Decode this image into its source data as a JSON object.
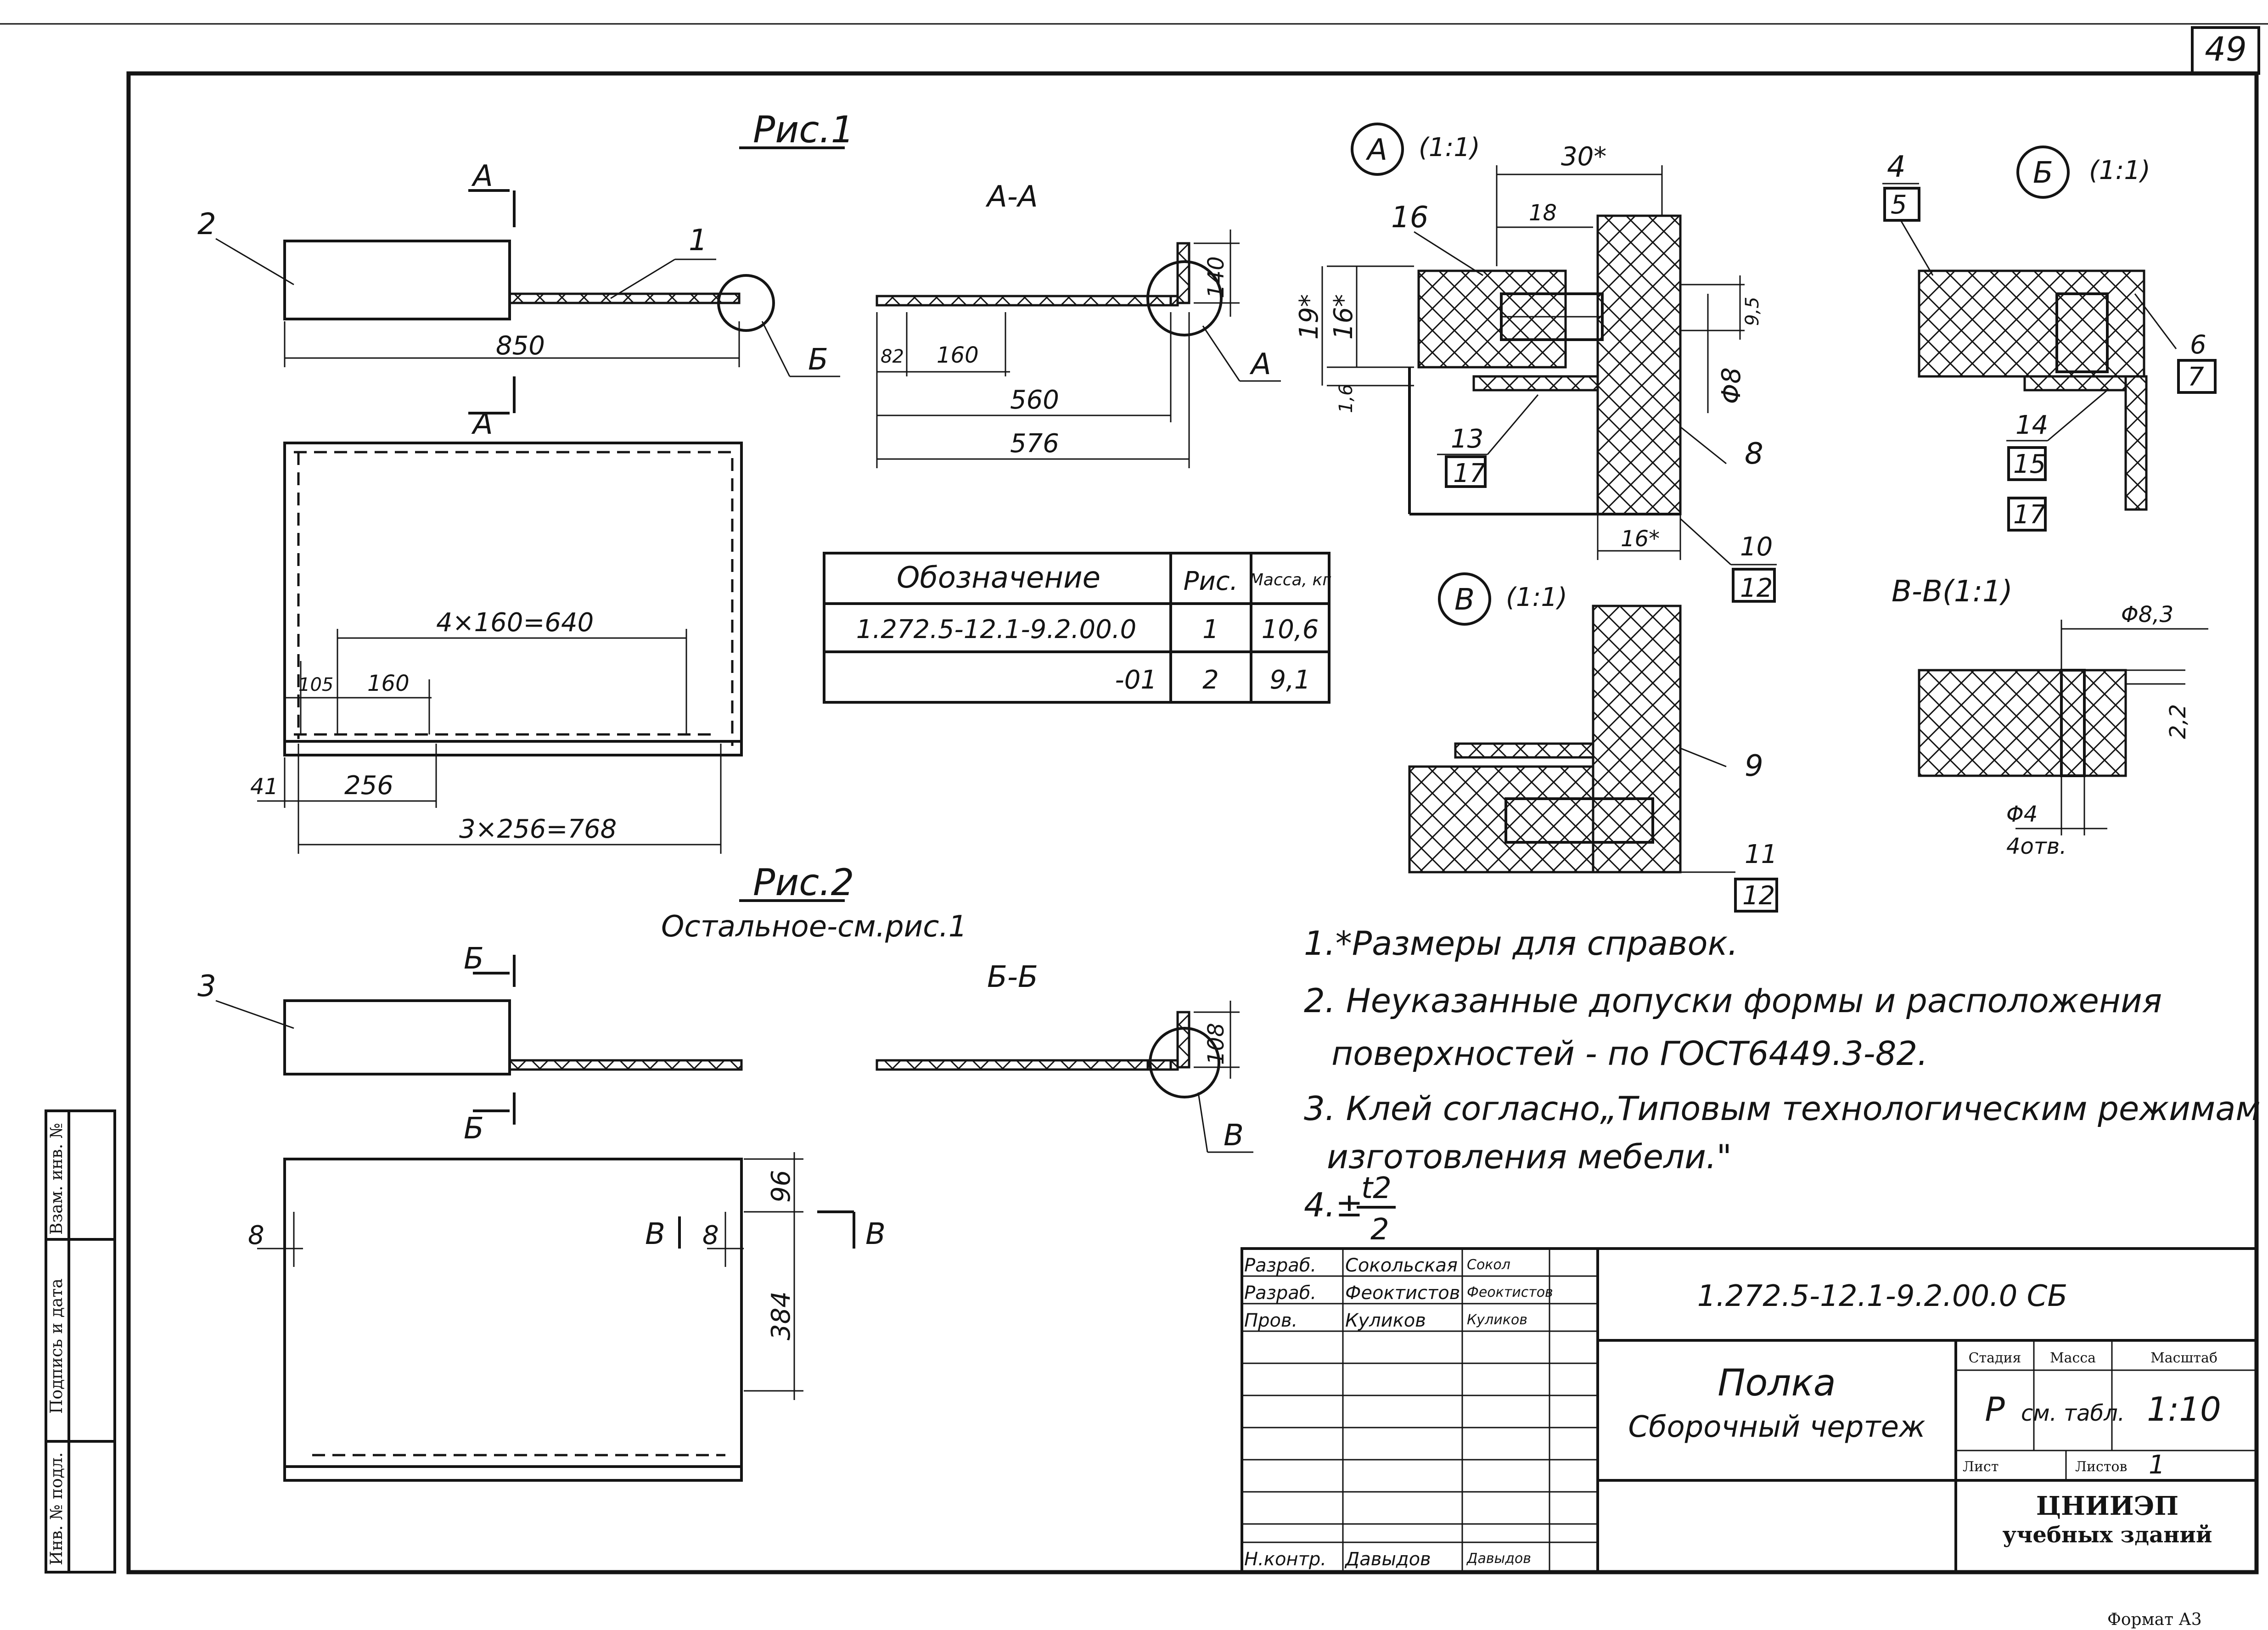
{
  "sheet": {
    "page_number": "49",
    "format_label": "Формат А3"
  },
  "figures": {
    "fig1_title": "Рис.1",
    "fig2_title": "Рис.2",
    "fig2_note": "Остальное-см.рис.1",
    "section_aa": "А-А",
    "section_bb": "Б-Б",
    "section_vv": "В-В(1:1)",
    "detail_a": "А",
    "detail_b": "Б",
    "detail_v": "В",
    "scale_1_1": "(1:1)",
    "cut_a": "А",
    "cut_b": "Б",
    "cut_v": "В",
    "detail_b_scale": "(1:1)"
  },
  "dimensions": {
    "fig1_length": "850",
    "aa_82": "82",
    "aa_160": "160",
    "aa_560": "560",
    "aa_576": "576",
    "aa_140": "140",
    "plan_4x160": "4×160=640",
    "plan_105": "105",
    "plan_160": "160",
    "plan_41": "41",
    "plan_256": "256",
    "plan_3x256": "3×256=768",
    "det_a_30": "30*",
    "det_a_18": "18",
    "det_a_19": "19*",
    "det_a_16": "16*",
    "det_a_1_6": "1,6",
    "det_a_9_5": "9,5",
    "det_a_phi8": "Φ8",
    "det_a_16b": "16*",
    "vv_phi8_3": "Φ8,3",
    "vv_2_2": "2,2",
    "vv_phi4": "Φ4",
    "vv_4otv": "4отв.",
    "bb_108": "108",
    "fig2_96": "96",
    "fig2_384": "384",
    "fig2_8a": "8",
    "fig2_8b": "8"
  },
  "callouts": {
    "c1": "1",
    "c2": "2",
    "c3": "3",
    "c4": "4",
    "c5": "5",
    "c6": "6",
    "c7": "7",
    "c8": "8",
    "c9": "9",
    "c10": "10",
    "c11": "11",
    "c12a": "12",
    "c12b": "12",
    "c13": "13",
    "c14": "14",
    "c15": "15",
    "c16": "16",
    "c17a": "17",
    "c17b": "17"
  },
  "spec_table": {
    "headers": [
      "Обозначение",
      "Рис.",
      "Масса, кг"
    ],
    "rows": [
      [
        "1.272.5-12.1-9.2.00.0",
        "1",
        "10,6"
      ],
      [
        "-01",
        "2",
        "9,1"
      ]
    ]
  },
  "notes": [
    "1.*Размеры для справок.",
    "2. Неуказанные допуски формы и расположения",
    "поверхностей - по ГОСТ6449.3-82.",
    "3. Клей согласно„Типовым технологическим режимам",
    "изготовления мебели.\"",
    "4.±"
  ],
  "note4_fraction": {
    "num": "t2",
    "den": "2"
  },
  "title_block": {
    "doc_code": "1.272.5-12.1-9.2.00.0 СБ",
    "name_line1": "Полка",
    "name_line2": "Сборочный чертеж",
    "roles": [
      "Разраб.",
      "Разраб.",
      "Пров.",
      "Н.контр."
    ],
    "people": [
      "Сокольская",
      "Феоктистов",
      "Куликов",
      "Давыдов"
    ],
    "signatures": [
      "Сокол",
      "Феоктистов",
      "Куликов",
      "Давыдов"
    ],
    "stage_h": "Стадия",
    "mass_h": "Масса",
    "scale_h": "Масштаб",
    "stage": "Р",
    "mass": "см. табл.",
    "scale": "1:10",
    "sheet_h": "Лист",
    "sheets_h": "Листов",
    "sheets": "1",
    "org1": "ЦНИИЭП",
    "org2": "учебных зданий"
  },
  "side_stamp": [
    "Инв. № подл.",
    "Подпись и дата",
    "Взам. инв. №"
  ]
}
